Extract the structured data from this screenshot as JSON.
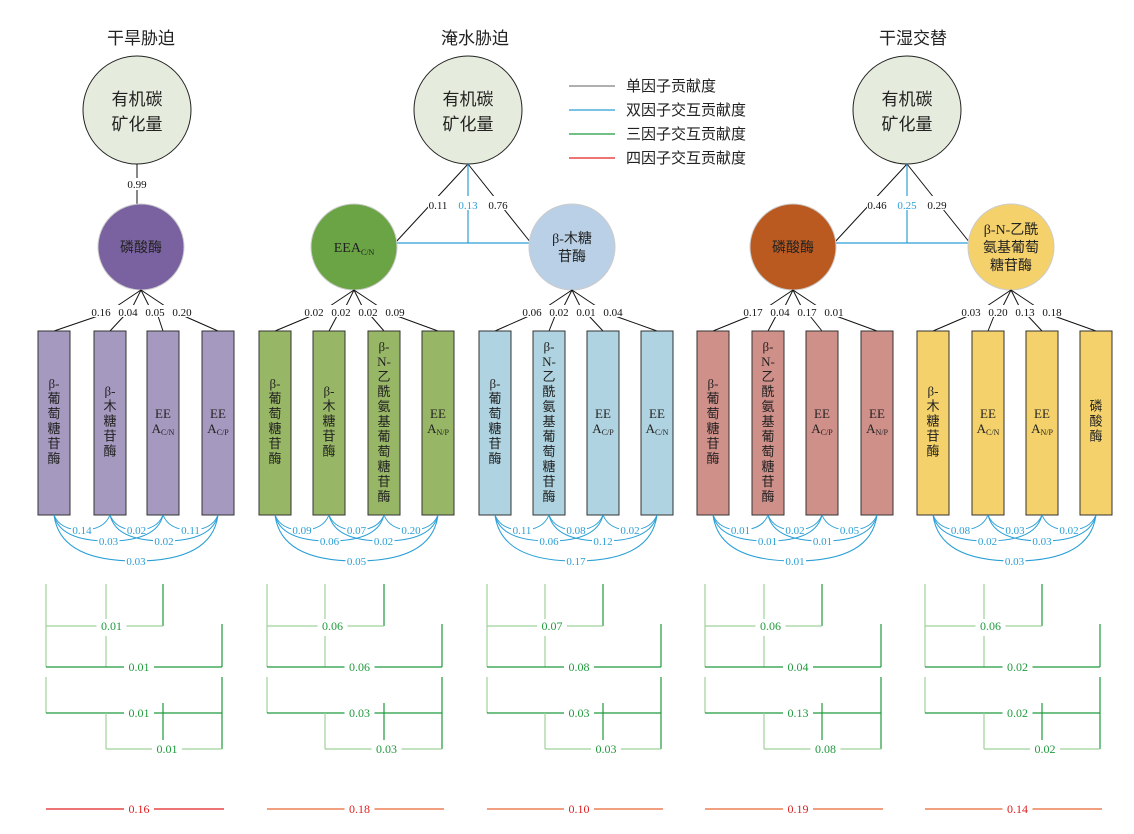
{
  "legend": [
    {
      "label": "单因子贡献度",
      "color": "#808080"
    },
    {
      "label": "双因子交互贡献度",
      "color": "#2a9fd6"
    },
    {
      "label": "三因子交互贡献度",
      "color": "#1f9a3c"
    },
    {
      "label": "四因子交互贡献度",
      "color": "#e02020"
    }
  ],
  "root_label_line1": "有机碳",
  "root_label_line2": "矿化量",
  "colors": {
    "root_fill": "#e6ecdd",
    "single": "#111111",
    "double": "#2a9fd6",
    "triple": "#1f9a3c",
    "triple_light": "#9fd09a",
    "quad_dark": "#e02020",
    "quad_light": "#f0a080"
  },
  "panels": [
    {
      "title": "干旱胁迫",
      "root_links": [
        "0.99"
      ],
      "root_interaction": null,
      "groups": [
        {
          "node": {
            "label_lines": [
              "磷酸酶"
            ],
            "fill": "#7a62a0"
          },
          "box_fill": "#a599bf",
          "edge_values": [
            "0.16",
            "0.04",
            "0.05",
            "0.20"
          ],
          "boxes": [
            {
              "lines": [
                "β-",
                "葡",
                "萄",
                "糖",
                "苷",
                "酶"
              ]
            },
            {
              "lines": [
                "β-",
                "木",
                "糖",
                "苷",
                "酶"
              ]
            },
            {
              "lines": [
                "EE",
                "A"
              ],
              "sub": "C/N"
            },
            {
              "lines": [
                "EE",
                "A"
              ],
              "sub": "C/P"
            }
          ],
          "pairs": {
            "p12": "0.14",
            "p23": "0.02",
            "p34": "0.11",
            "p13": "0.03",
            "p24": "0.02",
            "p14": "0.03"
          },
          "triples": {
            "t123": "0.01",
            "t124": "0.01",
            "t134": "0.01",
            "t234": "0.01"
          },
          "quad": "0.16"
        }
      ]
    },
    {
      "title": "淹水胁迫",
      "root_links": [
        "0.11",
        "0.76"
      ],
      "root_interaction": "0.13",
      "groups": [
        {
          "node": {
            "label_lines": [
              "EEA"
            ],
            "sub": "C/N",
            "fill": "#6aa444"
          },
          "box_fill": "#98b766",
          "edge_values": [
            "0.02",
            "0.02",
            "0.02",
            "0.09"
          ],
          "boxes": [
            {
              "lines": [
                "β-",
                "葡",
                "萄",
                "糖",
                "苷",
                "酶"
              ]
            },
            {
              "lines": [
                "β-",
                "木",
                "糖",
                "苷",
                "酶"
              ]
            },
            {
              "lines": [
                "β-",
                "N-",
                "乙",
                "酰",
                "氨",
                "基",
                "葡",
                "萄",
                "糖",
                "苷",
                "酶"
              ]
            },
            {
              "lines": [
                "EE",
                "A"
              ],
              "sub": "N/P"
            }
          ],
          "pairs": {
            "p12": "0.09",
            "p23": "0.07",
            "p34": "0.20",
            "p13": "0.06",
            "p24": "0.02",
            "p14": "0.05"
          },
          "triples": {
            "t123": "0.06",
            "t124": "0.06",
            "t134": "0.03",
            "t234": "0.03"
          },
          "quad": "0.18"
        },
        {
          "node": {
            "label_lines": [
              "β-木糖",
              "苷酶"
            ],
            "fill": "#b9d0e6"
          },
          "box_fill": "#afd3e0",
          "edge_values": [
            "0.06",
            "0.02",
            "0.01",
            "0.04"
          ],
          "boxes": [
            {
              "lines": [
                "β-",
                "葡",
                "萄",
                "糖",
                "苷",
                "酶"
              ]
            },
            {
              "lines": [
                "β-",
                "N-",
                "乙",
                "酰",
                "氨",
                "基",
                "葡",
                "萄",
                "糖",
                "苷",
                "酶"
              ]
            },
            {
              "lines": [
                "EE",
                "A"
              ],
              "sub": "C/P"
            },
            {
              "lines": [
                "EE",
                "A"
              ],
              "sub": "C/N"
            }
          ],
          "pairs": {
            "p12": "0.11",
            "p23": "0.08",
            "p34": "0.02",
            "p13": "0.06",
            "p24": "0.12",
            "p14": "0.17"
          },
          "triples": {
            "t123": "0.07",
            "t124": "0.08",
            "t134": "0.03",
            "t234": "0.03"
          },
          "quad": "0.10"
        }
      ]
    },
    {
      "title": "干湿交替",
      "root_links": [
        "0.46",
        "0.29"
      ],
      "root_interaction": "0.25",
      "groups": [
        {
          "node": {
            "label_lines": [
              "磷酸酶"
            ],
            "fill": "#bb5a20"
          },
          "box_fill": "#d0908a",
          "edge_values": [
            "0.17",
            "0.04",
            "0.17",
            "0.01"
          ],
          "boxes": [
            {
              "lines": [
                "β-",
                "葡",
                "萄",
                "糖",
                "苷",
                "酶"
              ]
            },
            {
              "lines": [
                "β-",
                "N-",
                "乙",
                "酰",
                "氨",
                "基",
                "葡",
                "萄",
                "糖",
                "苷",
                "酶"
              ]
            },
            {
              "lines": [
                "EE",
                "A"
              ],
              "sub": "C/P"
            },
            {
              "lines": [
                "EE",
                "A"
              ],
              "sub": "N/P"
            }
          ],
          "pairs": {
            "p12": "0.01",
            "p23": "0.02",
            "p34": "0.05",
            "p13": "0.01",
            "p24": "0.01",
            "p14": "0.01"
          },
          "triples": {
            "t123": "0.06",
            "t124": "0.04",
            "t134": "0.13",
            "t234": "0.08"
          },
          "quad": "0.19"
        },
        {
          "node": {
            "label_lines": [
              "β-N-乙酰",
              "氨基葡萄",
              "糖苷酶"
            ],
            "fill": "#f4d16a"
          },
          "box_fill": "#f4d16a",
          "edge_values": [
            "0.03",
            "0.20",
            "0.13",
            "0.18"
          ],
          "boxes": [
            {
              "lines": [
                "β-",
                "木",
                "糖",
                "苷",
                "酶"
              ]
            },
            {
              "lines": [
                "EE",
                "A"
              ],
              "sub": "C/N"
            },
            {
              "lines": [
                "EE",
                "A"
              ],
              "sub": "N/P"
            },
            {
              "lines": [
                "磷",
                "酸",
                "酶"
              ]
            }
          ],
          "pairs": {
            "p12": "0.08",
            "p23": "0.03",
            "p34": "0.02",
            "p13": "0.02",
            "p24": "0.03",
            "p14": "0.03"
          },
          "triples": {
            "t123": "0.06",
            "t124": "0.02",
            "t134": "0.02",
            "t234": "0.02"
          },
          "quad": "0.14"
        }
      ]
    }
  ]
}
